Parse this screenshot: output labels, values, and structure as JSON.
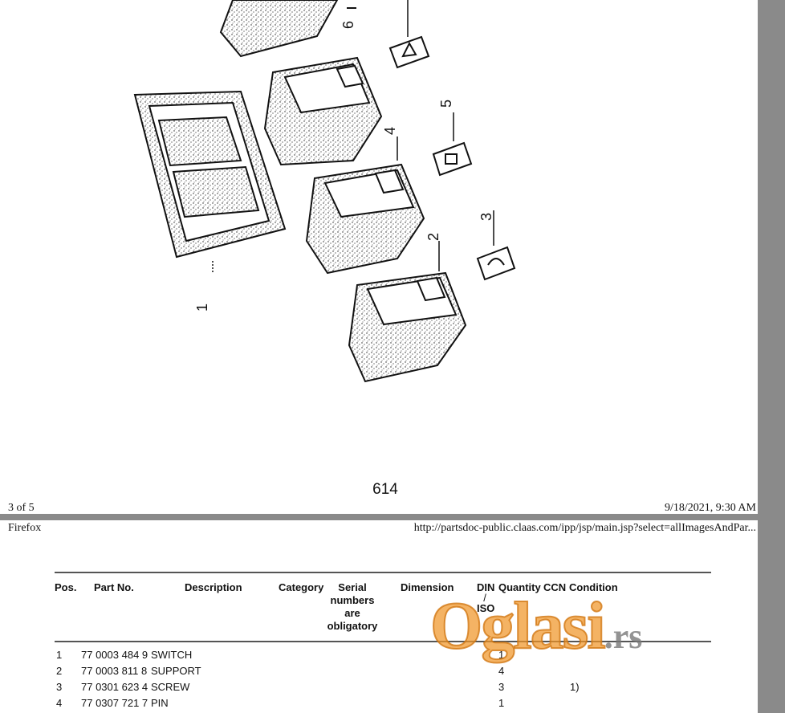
{
  "page_top": {
    "page_number": "614",
    "footer_left": "3 of 5",
    "footer_right": "9/18/2021, 9:30 AM",
    "callouts": [
      "1",
      "2",
      "3",
      "4",
      "5",
      "6"
    ]
  },
  "page_bottom": {
    "header_left": "Firefox",
    "header_right": "http://partsdoc-public.claas.com/ipp/jsp/main.jsp?select=allImagesAndPar..."
  },
  "table": {
    "headers": {
      "pos": "Pos.",
      "part_no": "Part No.",
      "description": "Description",
      "category": "Category",
      "serial": [
        "Serial",
        "numbers",
        "are",
        "obligatory"
      ],
      "dimension": "Dimension",
      "din_iso": [
        "DIN",
        "/",
        "ISO"
      ],
      "quantity": "Quantity",
      "ccn": "CCN",
      "condition": "Condition"
    },
    "rows": [
      {
        "pos": "1",
        "part_no": "77 0003 484 9",
        "description": "SWITCH",
        "quantity": "1",
        "ccn": ""
      },
      {
        "pos": "2",
        "part_no": "77 0003 811 8",
        "description": "SUPPORT",
        "quantity": "4",
        "ccn": ""
      },
      {
        "pos": "3",
        "part_no": "77 0301 623 4",
        "description": "SCREW",
        "quantity": "3",
        "ccn": "1)"
      },
      {
        "pos": "4",
        "part_no": "77 0307 721 7",
        "description": "PIN",
        "quantity": "1",
        "ccn": ""
      }
    ]
  },
  "watermark": {
    "main": "Oglasi",
    "suffix": ".rs"
  }
}
